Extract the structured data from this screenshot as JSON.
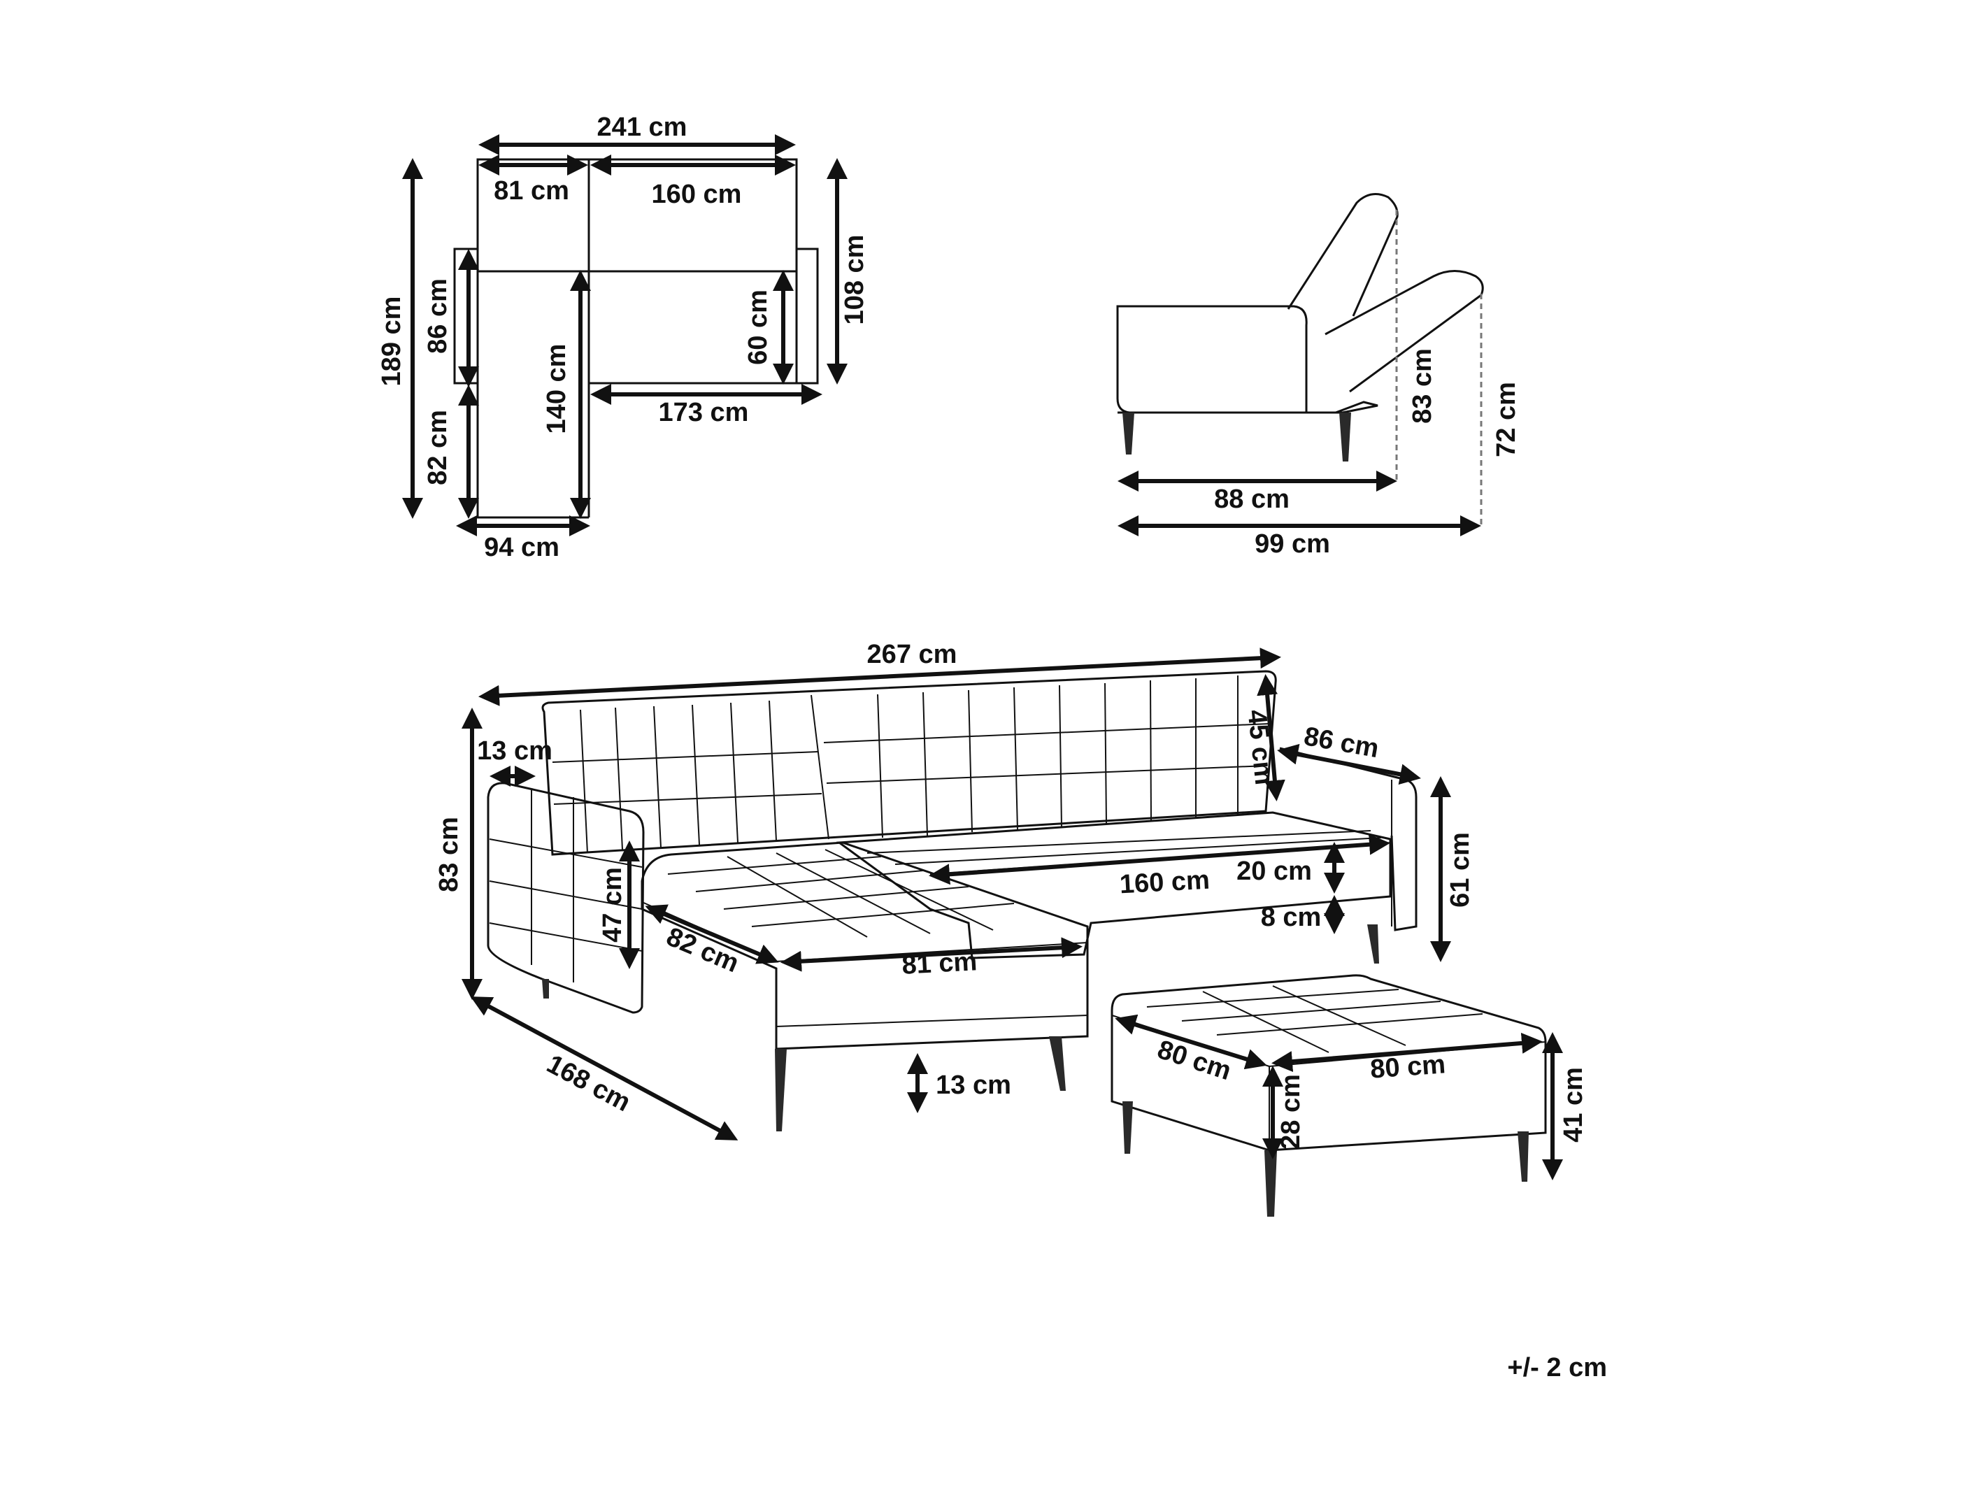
{
  "colors": {
    "ink": "#111111",
    "background": "#ffffff",
    "dashed_guide": "#777777"
  },
  "top_view": {
    "width_total": "241 cm",
    "width_chaise": "81 cm",
    "width_main": "160 cm",
    "depth_total": "189 cm",
    "depth_chaise_upper": "86 cm",
    "depth_chaise_lower": "82 cm",
    "seat_length": "140 cm",
    "seat_depth": "60 cm",
    "depth_main": "108 cm",
    "inner_length": "173 cm",
    "chaise_width": "94 cm"
  },
  "side_view": {
    "recline_height": "83 cm",
    "seat_height": "72 cm",
    "depth_upright": "88 cm",
    "depth_reclined": "99 cm"
  },
  "perspective_view": {
    "total_width": "267 cm",
    "armrest_width": "13 cm",
    "total_height": "83 cm",
    "back_height": "45 cm",
    "main_depth": "86 cm",
    "arm_height": "47 cm",
    "chaise_depth": "82 cm",
    "chaise_width": "81 cm",
    "seat_width": "160 cm",
    "cushion_height": "20 cm",
    "base_height": "8 cm",
    "seat_height": "61 cm",
    "total_depth": "168 cm",
    "leg_height": "13 cm"
  },
  "ottoman": {
    "depth": "80 cm",
    "width": "80 cm",
    "leg_height": "28 cm",
    "height": "41 cm"
  },
  "tolerance": "+/- 2 cm"
}
